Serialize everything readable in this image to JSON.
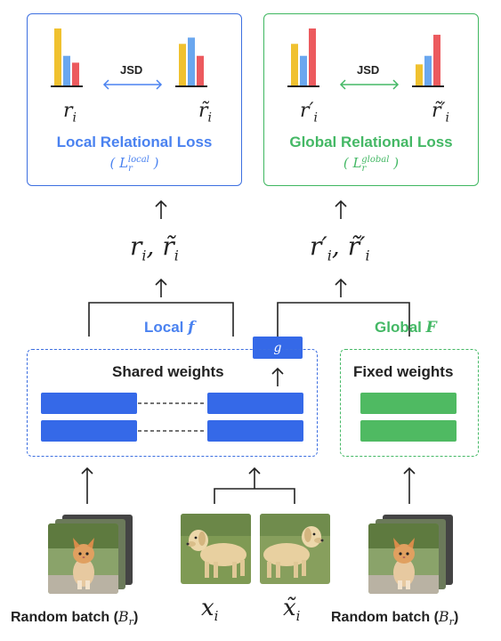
{
  "local_panel": {
    "jsd_label": "JSD",
    "left_symbol": "r",
    "left_sub": "i",
    "right_symbol": "r̃",
    "right_sub": "i",
    "title": "Local Relational Loss",
    "loss_symbol": "L",
    "loss_sub": "r",
    "loss_sup": "local"
  },
  "global_panel": {
    "jsd_label": "JSD",
    "left_symbol": "r′",
    "left_sub": "i",
    "right_symbol": "r̃′",
    "right_sub": "i",
    "title": "Global Relational Loss",
    "loss_symbol": "L",
    "loss_sub": "r",
    "loss_sup": "global"
  },
  "local_output": "r",
  "local_output_sub": "i",
  "local_output2": "r̃",
  "local_output2_sub": "i",
  "global_output": "r′",
  "global_output_sub": "i",
  "global_output2": "r̃′",
  "global_output2_sub": "i",
  "local_branch": {
    "label": "Local",
    "fn": "f"
  },
  "global_branch": {
    "label": "Global",
    "fn": "F"
  },
  "g_label": "g",
  "shared_box_label": "Shared weights",
  "fixed_box_label": "Fixed weights",
  "bottom": {
    "left_caption": "Random batch",
    "left_caption_sym": "B",
    "left_caption_sub": "r",
    "x_label": "x",
    "x_sub": "i",
    "x_tilde_label": "x̃",
    "x_tilde_sub": "i",
    "right_caption": "Random batch",
    "right_caption_sym": "B",
    "right_caption_sub": "r"
  },
  "histograms": {
    "local_left": [
      1.0,
      0.52,
      0.4
    ],
    "local_right": [
      0.73,
      0.84,
      0.52
    ],
    "global_left": [
      0.73,
      0.52,
      1.0
    ],
    "global_right": [
      0.37,
      0.52,
      0.89
    ]
  },
  "colors": {
    "local_accent": "#3d6fe0",
    "global_accent": "#44b865",
    "hist_yellow": "#f0c12f",
    "hist_blue": "#6aa7ef",
    "hist_red": "#ec5a5e"
  },
  "icons": [
    "cat-photo",
    "dog-photo"
  ]
}
